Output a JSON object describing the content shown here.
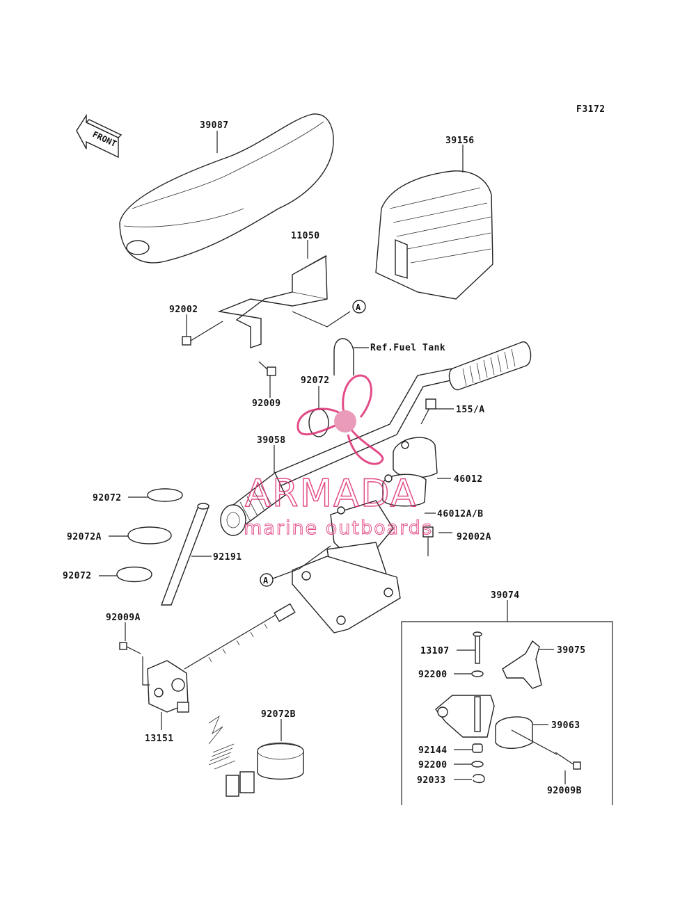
{
  "figure_code": "F3172",
  "front_arrow": {
    "text": "FRONT"
  },
  "labels": {
    "p39087": "39087",
    "p39156": "39156",
    "p11050": "11050",
    "p92002": "92002",
    "pA_top": "A",
    "ref_fuel_tank": "Ref.Fuel Tank",
    "p92009": "92009",
    "p92072_top": "92072",
    "p155A": "155/A",
    "p39058": "39058",
    "p46012": "46012",
    "p92072_left1": "92072",
    "p46012AB": "46012A/B",
    "p92072A": "92072A",
    "p92002A": "92002A",
    "p92191": "92191",
    "p92072_left2": "92072",
    "pA_bottom": "A",
    "p39074": "39074",
    "p92009A": "92009A",
    "p13107": "13107",
    "p39075": "39075",
    "p92200_a": "92200",
    "p39063": "39063",
    "p92072B": "92072B",
    "p13151": "13151",
    "p92144": "92144",
    "p92200_b": "92200",
    "p92033": "92033",
    "p92009B": "92009B"
  },
  "watermark": {
    "brand": "ARMADA",
    "tagline": "marine outboards",
    "color": "#dd2d74"
  }
}
